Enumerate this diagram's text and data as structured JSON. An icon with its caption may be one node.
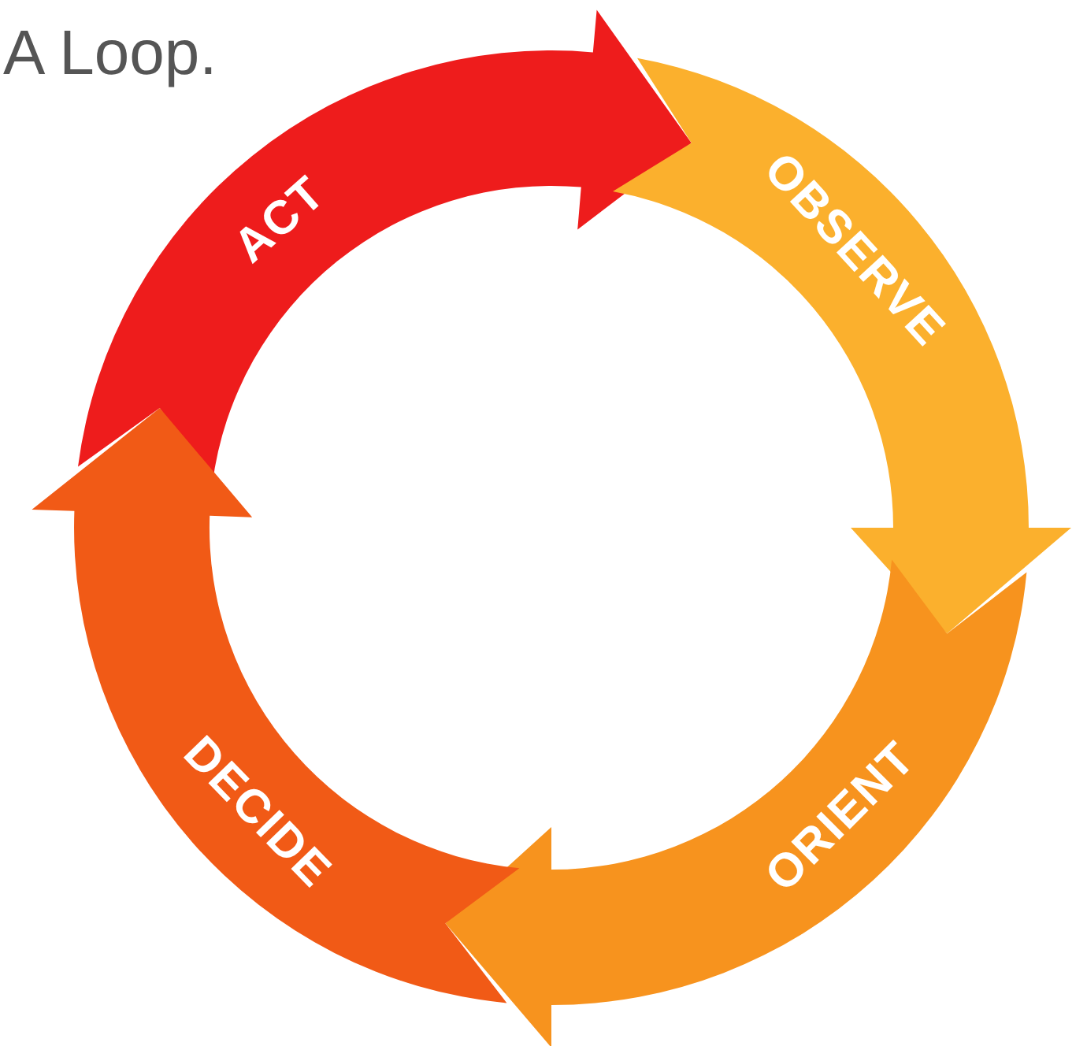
{
  "diagram": {
    "title": "A Loop.",
    "nodes": [
      {
        "text": [
          "ACT"
        ]
      },
      {
        "text": [
          "OBSERVE"
        ]
      },
      {
        "text": [
          "ORIENT"
        ]
      },
      {
        "text": [
          "DECIDE"
        ]
      }
    ]
  }
}
